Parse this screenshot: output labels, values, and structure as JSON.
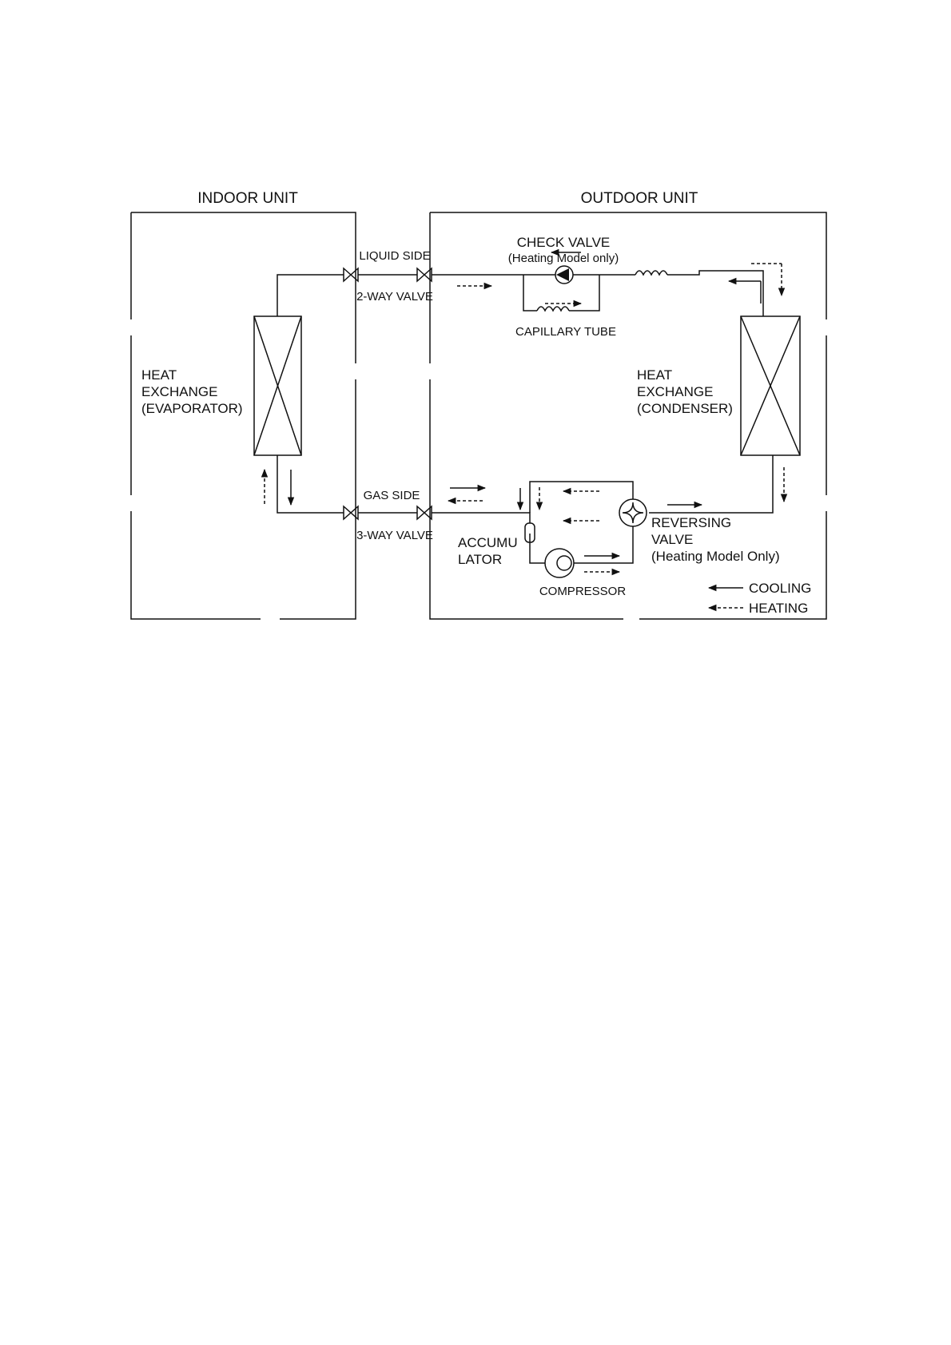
{
  "units": {
    "indoor": "INDOOR UNIT",
    "outdoor": "OUTDOOR UNIT"
  },
  "labels": {
    "liquid_side": "LIQUID SIDE",
    "two_way_valve": "2-WAY VALVE",
    "gas_side": "GAS SIDE",
    "three_way_valve": "3-WAY VALVE",
    "check_valve": "CHECK VALVE",
    "check_valve_note": "(Heating Model only)",
    "capillary_tube": "CAPILLARY TUBE",
    "evaporator": [
      "HEAT",
      "EXCHANGE",
      "(EVAPORATOR)"
    ],
    "condenser": [
      "HEAT",
      "EXCHANGE",
      "(CONDENSER)"
    ],
    "accumulator": [
      "ACCUMU",
      "LATOR"
    ],
    "compressor": "COMPRESSOR",
    "reversing_valve": [
      "REVERSING",
      "VALVE",
      "(Heating Model Only)"
    ]
  },
  "legend": {
    "cooling": "COOLING",
    "heating": "HEATING"
  }
}
